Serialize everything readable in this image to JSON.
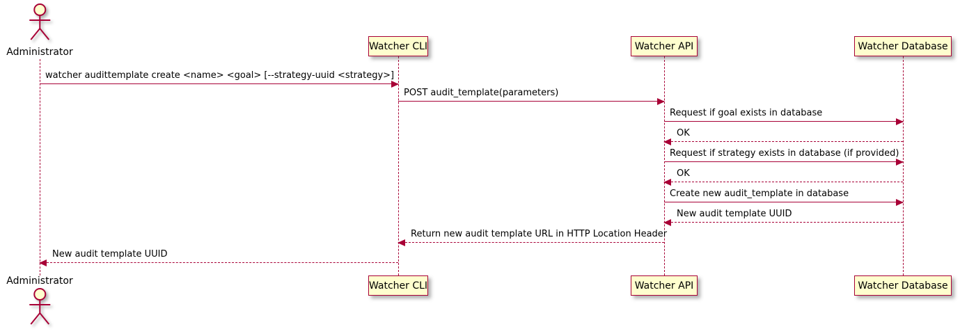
{
  "diagram": {
    "type": "uml-sequence",
    "colors": {
      "accent": "#A80036",
      "participant_fill": "#FEFECE",
      "text": "#000000",
      "background": "#ffffff"
    }
  },
  "participants": [
    {
      "name": "Administrator",
      "kind": "actor"
    },
    {
      "name": "Watcher CLI",
      "kind": "participant"
    },
    {
      "name": "Watcher API",
      "kind": "participant"
    },
    {
      "name": "Watcher Database",
      "kind": "participant"
    }
  ],
  "messages": [
    {
      "label": "watcher audittemplate create <name> <goal> [--strategy-uuid <strategy>]",
      "from": "Administrator",
      "to": "Watcher CLI",
      "line": "solid",
      "direction": "right"
    },
    {
      "label": "POST audit_template(parameters)",
      "from": "Watcher CLI",
      "to": "Watcher API",
      "line": "solid",
      "direction": "right"
    },
    {
      "label": "Request if goal exists in database",
      "from": "Watcher API",
      "to": "Watcher Database",
      "line": "solid",
      "direction": "right"
    },
    {
      "label": "OK",
      "from": "Watcher Database",
      "to": "Watcher API",
      "line": "dashed",
      "direction": "left"
    },
    {
      "label": "Request if strategy exists in database (if provided)",
      "from": "Watcher API",
      "to": "Watcher Database",
      "line": "solid",
      "direction": "right"
    },
    {
      "label": "OK",
      "from": "Watcher Database",
      "to": "Watcher API",
      "line": "dashed",
      "direction": "left"
    },
    {
      "label": "Create new audit_template in database",
      "from": "Watcher API",
      "to": "Watcher Database",
      "line": "solid",
      "direction": "right"
    },
    {
      "label": "New audit template UUID",
      "from": "Watcher Database",
      "to": "Watcher API",
      "line": "dashed",
      "direction": "left"
    },
    {
      "label": "Return new audit template URL in HTTP Location Header",
      "from": "Watcher API",
      "to": "Watcher CLI",
      "line": "dashed",
      "direction": "left"
    },
    {
      "label": "New audit template UUID",
      "from": "Watcher CLI",
      "to": "Administrator",
      "line": "dashed",
      "direction": "left"
    }
  ]
}
